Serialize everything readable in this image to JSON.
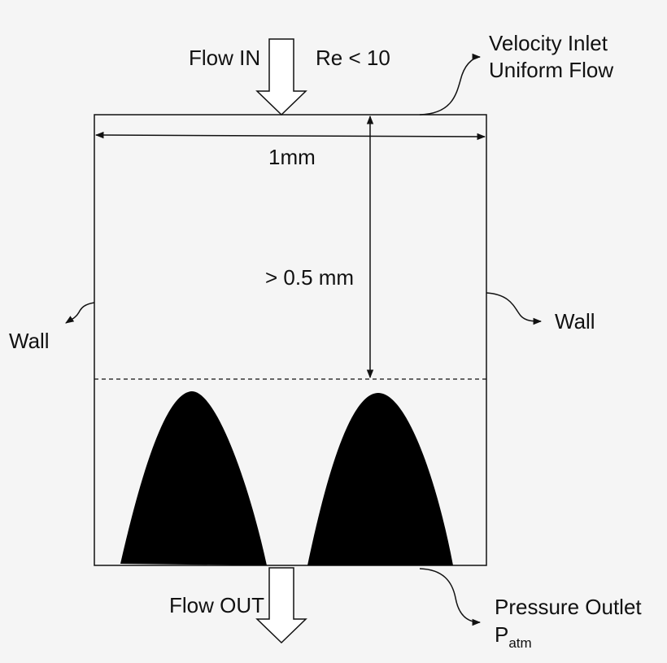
{
  "labels": {
    "flow_in": "Flow IN",
    "reynolds": "Re < 10",
    "inlet_line1": "Velocity Inlet",
    "inlet_line2": "Uniform Flow",
    "width": "1mm",
    "height": "> 0.5 mm",
    "wall_left": "Wall",
    "wall_right": "Wall",
    "flow_out": "Flow OUT",
    "outlet_line1": "Pressure Outlet",
    "outlet_symbol": "P",
    "outlet_subscript": "atm"
  },
  "colors": {
    "background": "#f5f5f5",
    "stroke": "#111111",
    "arrow_fill": "#ffffff",
    "bump_fill": "#000000"
  }
}
